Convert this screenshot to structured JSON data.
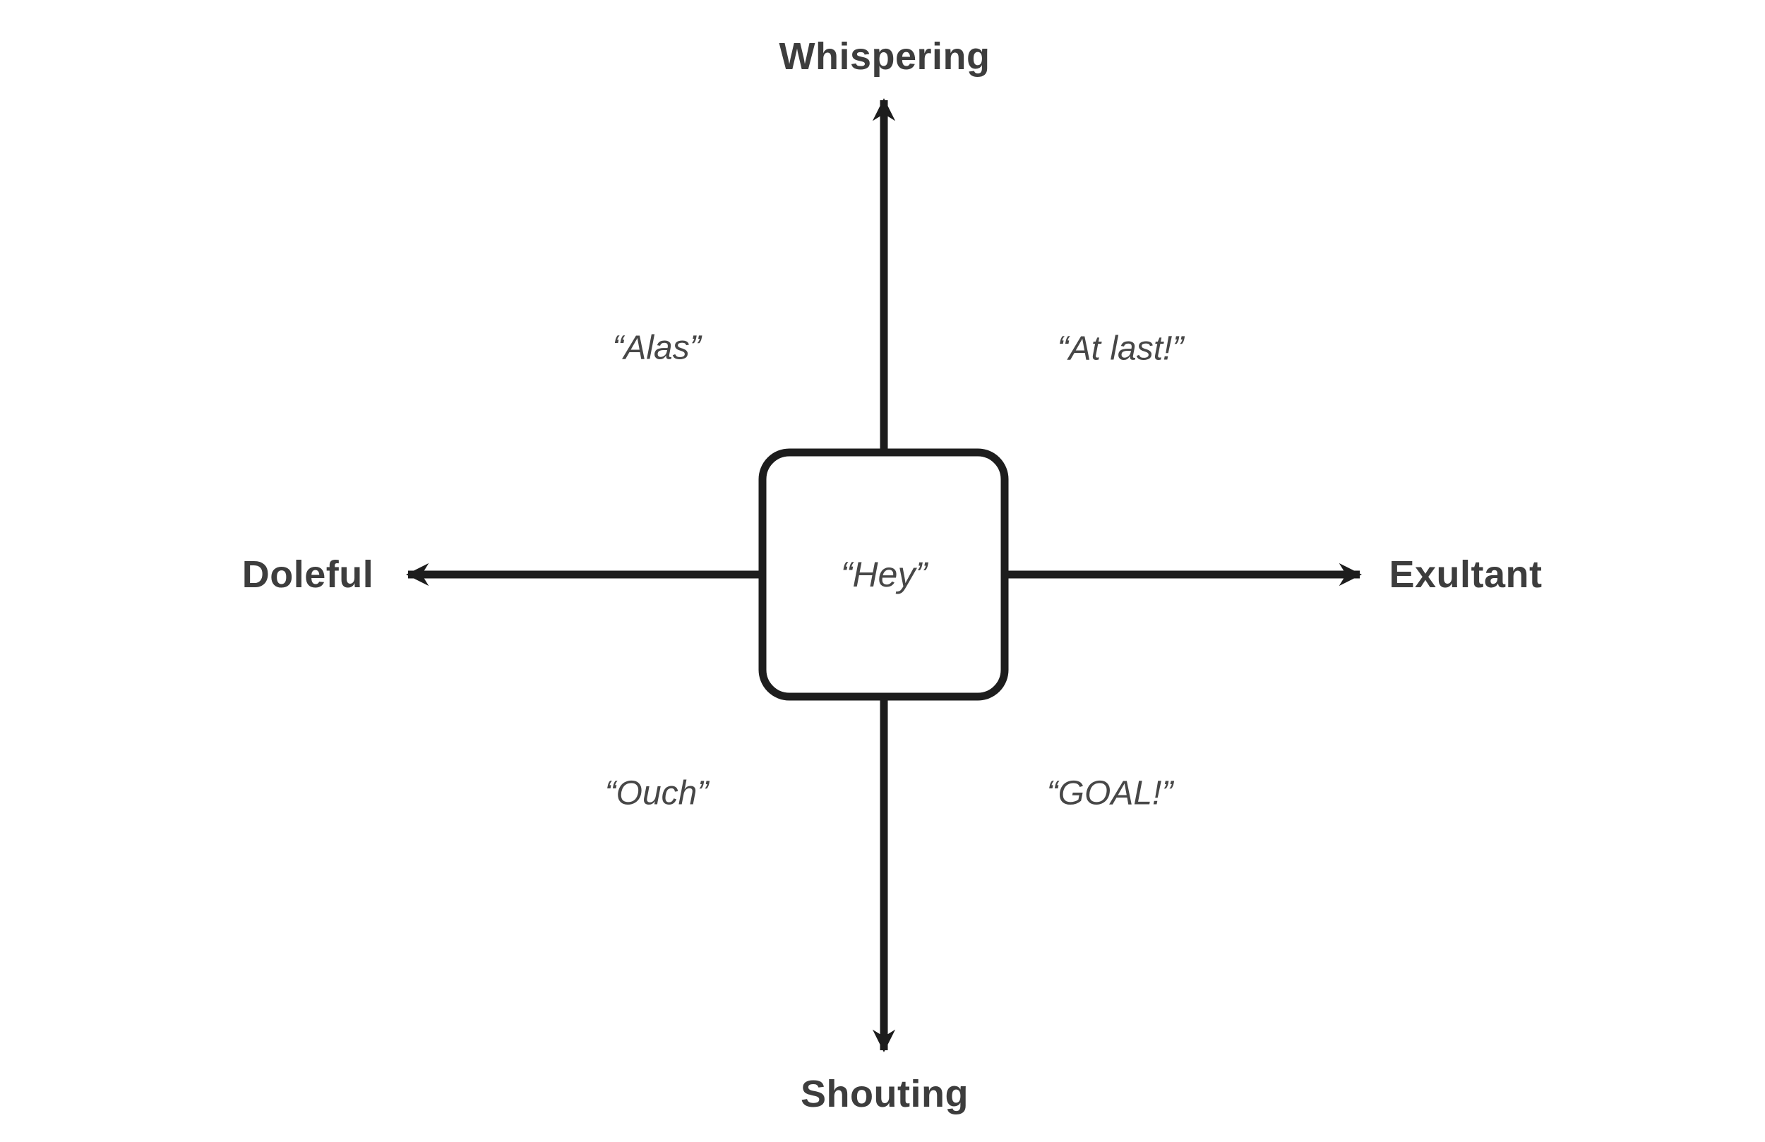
{
  "diagram": {
    "type": "quadrant-axes",
    "axis_labels": {
      "top": "Whispering",
      "bottom": "Shouting",
      "left": "Doleful",
      "right": "Exultant"
    },
    "quadrant_labels": {
      "top_left": "“Alas”",
      "top_right": "“At last!”",
      "bottom_left": "“Ouch”",
      "bottom_right": "“GOAL!”"
    },
    "center_label": "“Hey”",
    "colors": {
      "line": "#1d1d1d",
      "axis_label_text": "#3d3d3d",
      "quadrant_label_text": "#474747",
      "background": "#ffffff"
    }
  }
}
